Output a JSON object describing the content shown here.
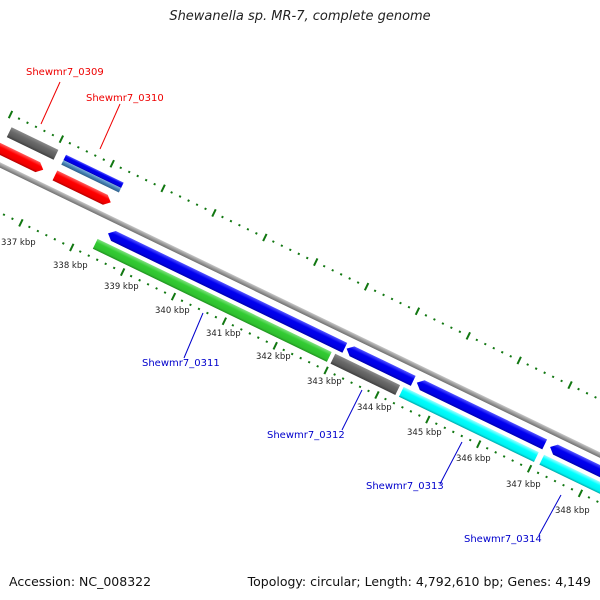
{
  "title": "Shewanella sp. MR-7, complete genome",
  "footer": {
    "accession": "Accession: NC_008322",
    "summary": "Topology: circular; Length: 4,792,610 bp; Genes: 4,149"
  },
  "colors": {
    "gray_gene": "#666666",
    "red_gene": "#ff0000",
    "blue_gene": "#0000ee",
    "steelblue_gene": "#4682b4",
    "green_gene": "#33cc33",
    "cyan_gene": "#00ffff",
    "backbone": "#999999",
    "tick": "#117711",
    "label_red": "#ee0000",
    "label_blue": "#0000cc"
  },
  "ticks": {
    "labels": [
      "337 kbp",
      "338 kbp",
      "339 kbp",
      "340 kbp",
      "341 kbp",
      "342 kbp",
      "343 kbp",
      "344 kbp",
      "345 kbp",
      "346 kbp",
      "347 kbp",
      "348 kbp"
    ],
    "kbp_values": [
      337,
      338,
      339,
      340,
      341,
      342,
      343,
      344,
      345,
      346,
      347,
      348
    ]
  },
  "gene_labels": [
    {
      "text": "Shewmr7_0309",
      "color": "red"
    },
    {
      "text": "Shewmr7_0310",
      "color": "red"
    },
    {
      "text": "Shewmr7_0311",
      "color": "blue"
    },
    {
      "text": "Shewmr7_0312",
      "color": "blue"
    },
    {
      "text": "Shewmr7_0313",
      "color": "blue"
    },
    {
      "text": "Shewmr7_0314",
      "color": "blue"
    }
  ]
}
